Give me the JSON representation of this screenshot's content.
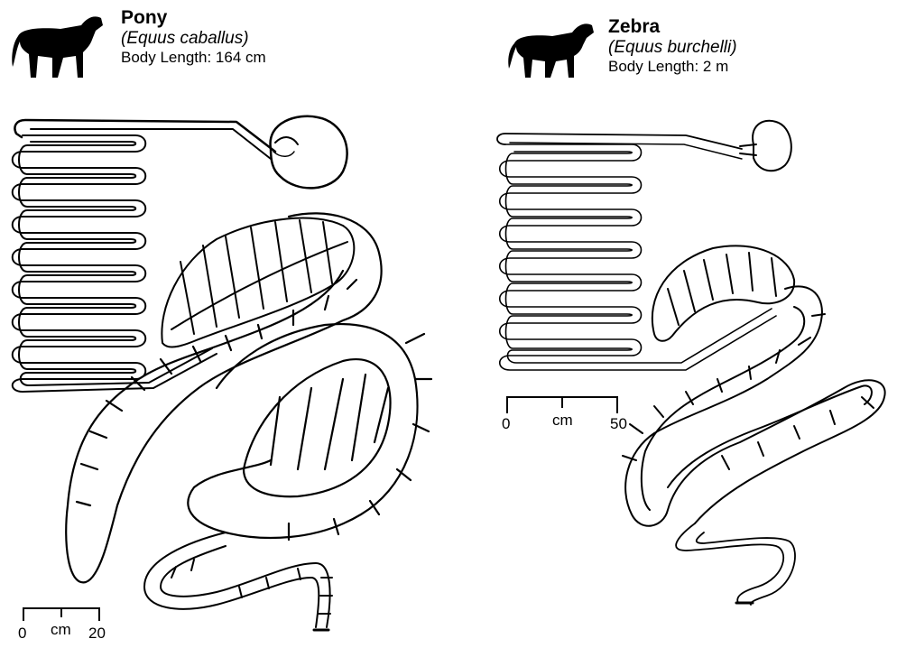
{
  "pony": {
    "name": "Pony",
    "scientific_name": "(Equus caballus)",
    "body_length": "Body Length: 164 cm",
    "scale": {
      "start": "0",
      "unit": "cm",
      "end": "20"
    },
    "silhouette_icon": "horse-silhouette-icon"
  },
  "zebra": {
    "name": "Zebra",
    "scientific_name": "(Equus burchelli)",
    "body_length": "Body Length: 2 m",
    "scale": {
      "start": "0",
      "unit": "cm",
      "end": "50"
    },
    "silhouette_icon": "zebra-silhouette-icon"
  },
  "colors": {
    "ink": "#000000",
    "paper": "#ffffff"
  }
}
